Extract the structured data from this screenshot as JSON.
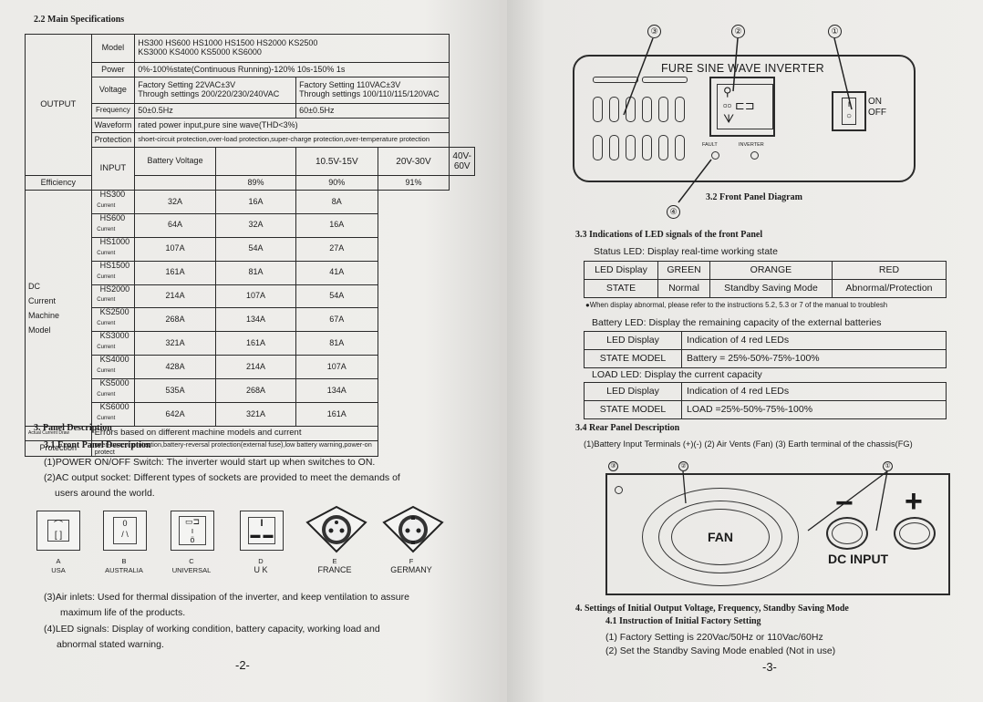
{
  "left": {
    "title": "2.2 Main Specifications",
    "output_label": "OUTPUT",
    "input_label": "INPUT",
    "model_label": "Model",
    "models_line1": "HS300   HS600   HS1000   HS1500  HS2000   KS2500",
    "models_line2": "KS3000   KS4000  KS5000   KS6000",
    "power_label": "Power",
    "power_value": "0%-100%state(Continuous Running)-120% 10s-150% 1s",
    "voltage_label": "Voltage",
    "frequency_label": "Frequency",
    "v_factory_a": "Factory Setting 22VAC±3V",
    "v_through_a": "Through settings 200/220/230/240VAC",
    "v_factory_b": "Factory Setting 110VAC±3V",
    "v_through_b": "Through settings 100/110/115/120VAC",
    "freq_a": "50±0.5Hz",
    "freq_b": "60±0.5Hz",
    "waveform_label": "Waveform",
    "waveform_value": "rated power input,pure sine wave(THD<3%)",
    "protection_label": "Protection",
    "protection_out": "shoet-circuit protection,over-load protection,super-charge protection,over-temperature protection",
    "battery_label": "Battery Voltage",
    "ranges": [
      "10.5V-15V",
      "20V-30V",
      "40V-60V"
    ],
    "efficiency_label": "Efficiency",
    "efficiencies": [
      "89%",
      "90%",
      "91%"
    ],
    "dc_label_lines": [
      "DC",
      "Current",
      "Machine",
      "Model"
    ],
    "current_word": "Current",
    "rows": [
      {
        "model": "HS300",
        "v": [
          "32A",
          "16A",
          "8A"
        ]
      },
      {
        "model": "HS600",
        "v": [
          "64A",
          "32A",
          "16A"
        ]
      },
      {
        "model": "HS1000",
        "v": [
          "107A",
          "54A",
          "27A"
        ]
      },
      {
        "model": "HS1500",
        "v": [
          "161A",
          "81A",
          "41A"
        ]
      },
      {
        "model": "HS2000",
        "v": [
          "214A",
          "107A",
          "54A"
        ]
      },
      {
        "model": "KS2500",
        "v": [
          "268A",
          "134A",
          "67A"
        ]
      },
      {
        "model": "KS3000",
        "v": [
          "321A",
          "161A",
          "81A"
        ]
      },
      {
        "model": "KS4000",
        "v": [
          "428A",
          "214A",
          "107A"
        ]
      },
      {
        "model": "KS5000",
        "v": [
          "535A",
          "268A",
          "134A"
        ]
      },
      {
        "model": "KS6000",
        "v": [
          "642A",
          "321A",
          "161A"
        ]
      }
    ],
    "actual_label": "Actual Current Draw",
    "actual_value": "Errors based on different machine models and current",
    "protection_in": "over-current protection,battery-reversal protection(external fuse),low battery warning,power-on protect",
    "sec3_title": "3.  Panel Description",
    "sec31_title": "3.1 Front Panel Description",
    "item1": "(1)POWER ON/OFF Switch: The inverter would start up when switches to ON.",
    "item2a": "(2)AC output socket: Different types of sockets are provided to meet the demands of",
    "item2b": "users around the world.",
    "sockets": [
      {
        "letter": "A",
        "name": "USA"
      },
      {
        "letter": "B",
        "name": "AUSTRALIA"
      },
      {
        "letter": "C",
        "name": "UNIVERSAL"
      },
      {
        "letter": "D",
        "name": "U K"
      },
      {
        "letter": "E",
        "name": "FRANCE"
      },
      {
        "letter": "F",
        "name": "GERMANY"
      }
    ],
    "item3a": "(3)Air inlets: Used for thermal dissipation of the inverter, and keep ventilation to assure",
    "item3b": "maximum life of the products.",
    "item4a": "(4)LED signals: Display of working condition, battery capacity, working load and",
    "item4b": "abnormal stated warning.",
    "page_no": "-2-"
  },
  "right": {
    "callouts": [
      "③",
      "②",
      "①",
      "④"
    ],
    "panel_title": "FURE SINE WAVE INVERTER",
    "on": "ON",
    "off": "OFF",
    "fault": "FAULT",
    "inverter": "INVERTER",
    "fig_caption": "3.2 Front Panel Diagram",
    "sec33_title": "3.3 Indications of LED signals of the front Panel",
    "status_heading": "Status LED:  Display real-time working state",
    "status_table": [
      [
        "LED Display",
        "GREEN",
        "ORANGE",
        "RED"
      ],
      [
        "STATE",
        "Normal",
        "Standby Saving Mode",
        "Abnormal/Protection"
      ]
    ],
    "note": "●When display abnormal, please refer to the instructions 5.2, 5.3 or 7  of the manual to troublesh",
    "battery_heading": "Battery LED:  Display the remaining capacity of the external batteries",
    "battery_table": [
      [
        "LED Display",
        "Indication of 4 red LEDs"
      ],
      [
        "STATE MODEL",
        "Battery = 25%-50%-75%-100%"
      ]
    ],
    "load_heading": "LOAD LED:  Display the current capacity",
    "load_table": [
      [
        "LED Display",
        "Indication of 4 red LEDs"
      ],
      [
        "STATE MODEL",
        "LOAD =25%-50%-75%-100%"
      ]
    ],
    "sec34_title": "3.4 Rear   Panel Description",
    "rear_items": "(1)Battery Input Terminals (+)(-)  (2) Air Vents (Fan)  (3)  Earth terminal of the chassis(FG)",
    "rear_callouts": [
      "③",
      "②",
      "①"
    ],
    "fan": "FAN",
    "minus": "−",
    "plus": "+",
    "dc_input": "DC INPUT",
    "sec4_title": "4. Settings   of Initial Output   Voltage, Frequency, Standby Saving Mode",
    "sec41_title": "4.1 Instruction of Initial Factory Setting",
    "s1": "(1) Factory Setting is 220Vac/50Hz or 110Vac/60Hz",
    "s2": "(2) Set the Standby Saving Mode enabled (Not in use)",
    "page_no": "-3-"
  }
}
